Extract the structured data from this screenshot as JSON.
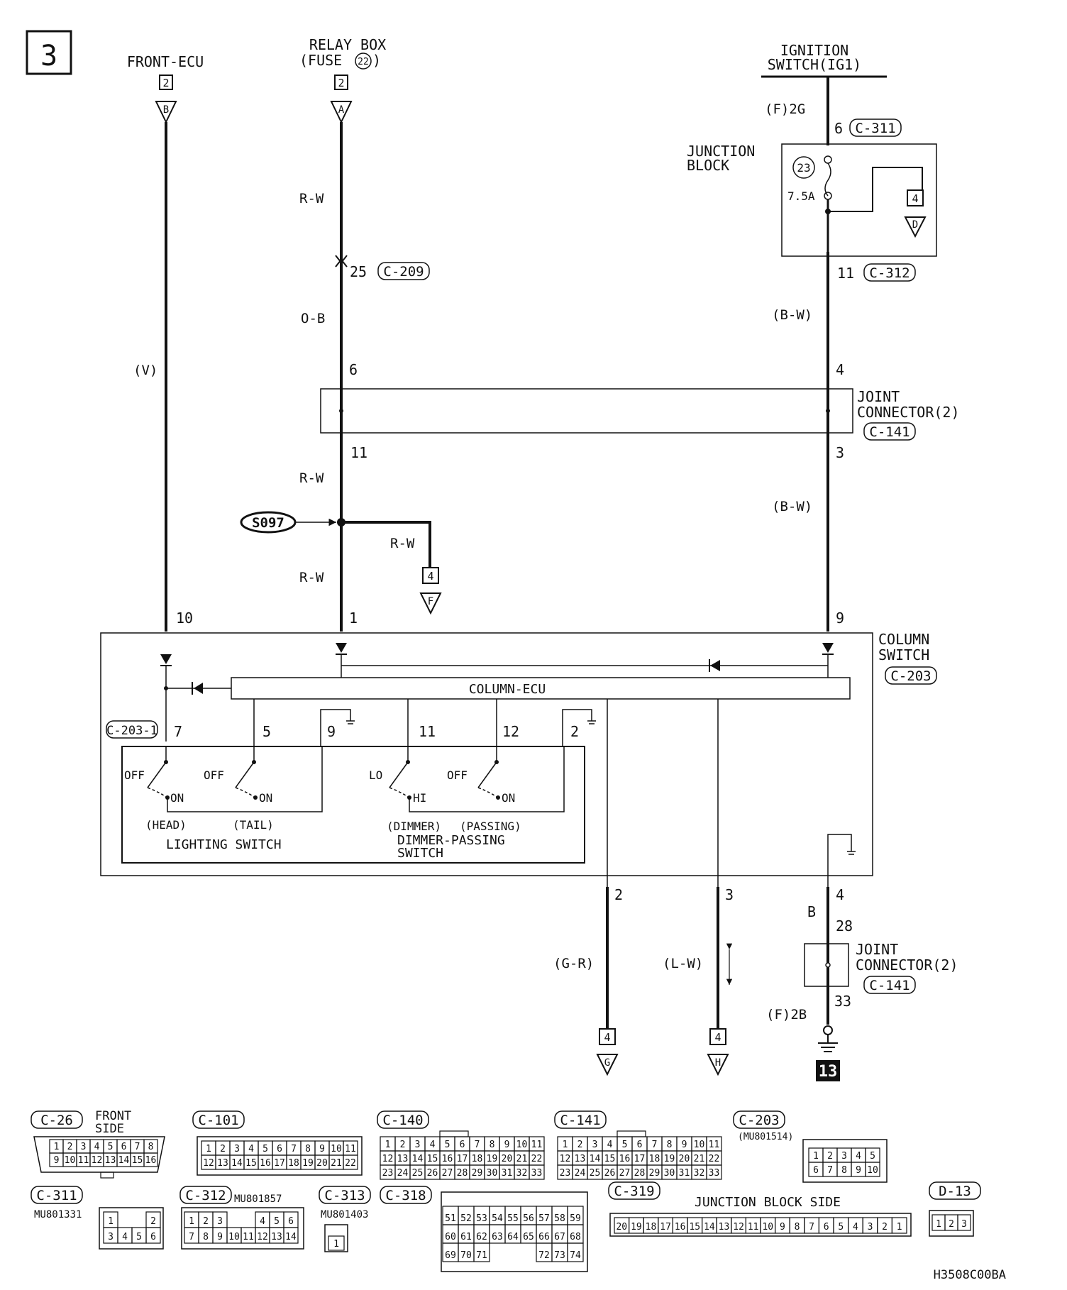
{
  "page_number": "3",
  "sources": {
    "front_ecu": {
      "label": "FRONT-ECU",
      "page": "2",
      "letter": "B"
    },
    "relay_box": {
      "label1": "RELAY BOX",
      "label2": "(FUSE",
      "fuse": "22",
      "label2_end": ")",
      "page": "2",
      "letter": "A"
    },
    "ignition": {
      "label1": "IGNITION",
      "label2": "SWITCH(IG1)"
    }
  },
  "wires": {
    "v": "(V)",
    "rw1": "R-W",
    "ob": "O-B",
    "rw2": "R-W",
    "rw3": "R-W",
    "rw4": "R-W",
    "bw1": "(B-W)",
    "bw2": "(B-W)",
    "gr": "(G-R)",
    "lw": "(L-W)",
    "b": "B",
    "f2g": "(F)2G",
    "f2b": "(F)2B"
  },
  "pins": {
    "c209_pin": "25",
    "c209": "C-209",
    "c311_pin": "6",
    "c311": "C-311",
    "c312_pin": "11",
    "c312": "C-312",
    "jc_top_left": "6",
    "jc_top_right": "4",
    "jc_bot_left": "11",
    "jc_bot_right": "3",
    "cs_10": "10",
    "cs_1": "1",
    "cs_9": "9",
    "sw_7": "7",
    "sw_5": "5",
    "sw_9": "9",
    "sw_11": "11",
    "sw_12": "12",
    "sw_2": "2",
    "out_2": "2",
    "out_3": "3",
    "out_4": "4",
    "jc2_in": "28",
    "jc2_out": "33"
  },
  "junction_block": {
    "label1": "JUNCTION",
    "label2": "BLOCK",
    "fuse": "23",
    "rating": "7.5A",
    "page": "4",
    "letter": "D"
  },
  "joint_connector": {
    "label1": "JOINT",
    "label2": "CONNECTOR(2)",
    "code": "C-141"
  },
  "joint_connector2": {
    "label1": "JOINT",
    "label2": "CONNECTOR(2)",
    "code": "C-141"
  },
  "splice": {
    "label": "S097",
    "page": "4",
    "letter": "F"
  },
  "column_switch": {
    "label1": "COLUMN",
    "label2": "SWITCH",
    "code": "C-203",
    "sub_code": "C-203-1",
    "ecu": "COLUMN-ECU",
    "off1": "OFF",
    "on1": "ON",
    "off2": "OFF",
    "on2": "ON",
    "lo": "LO",
    "hi": "HI",
    "off3": "OFF",
    "on3": "ON",
    "head": "(HEAD)",
    "tail": "(TAIL)",
    "dimmer": "(DIMMER)",
    "passing": "(PASSING)",
    "lighting": "LIGHTING SWITCH",
    "dp1": "DIMMER-PASSING",
    "dp2": "SWITCH"
  },
  "outputs": {
    "g": {
      "page": "4",
      "letter": "G"
    },
    "h": {
      "page": "4",
      "letter": "H"
    },
    "ground": "13"
  },
  "connectors": {
    "c26": {
      "code": "C-26",
      "note1": "FRONT",
      "note2": "SIDE",
      "row1": [
        "1",
        "2",
        "3",
        "4",
        "5",
        "6",
        "7",
        "8"
      ],
      "row2": [
        "9",
        "10",
        "11",
        "12",
        "13",
        "14",
        "15",
        "16"
      ]
    },
    "c101": {
      "code": "C-101",
      "row1": [
        "1",
        "2",
        "3",
        "4",
        "5",
        "6",
        "7",
        "8",
        "9",
        "10",
        "11"
      ],
      "row2": [
        "12",
        "13",
        "14",
        "15",
        "16",
        "17",
        "18",
        "19",
        "20",
        "21",
        "22"
      ]
    },
    "c140": {
      "code": "C-140",
      "row1": [
        "1",
        "2",
        "3",
        "4",
        "5",
        "6",
        "7",
        "8",
        "9",
        "10",
        "11"
      ],
      "row2": [
        "12",
        "13",
        "14",
        "15",
        "16",
        "17",
        "18",
        "19",
        "20",
        "21",
        "22"
      ],
      "row3": [
        "23",
        "24",
        "25",
        "26",
        "27",
        "28",
        "29",
        "30",
        "31",
        "32",
        "33"
      ]
    },
    "c141": {
      "code": "C-141",
      "row1": [
        "1",
        "2",
        "3",
        "4",
        "5",
        "6",
        "7",
        "8",
        "9",
        "10",
        "11"
      ],
      "row2": [
        "12",
        "13",
        "14",
        "15",
        "16",
        "17",
        "18",
        "19",
        "20",
        "21",
        "22"
      ],
      "row3": [
        "23",
        "24",
        "25",
        "26",
        "27",
        "28",
        "29",
        "30",
        "31",
        "32",
        "33"
      ]
    },
    "c203": {
      "code": "C-203",
      "part": "(MU801514)",
      "row1": [
        "1",
        "2",
        "3",
        "4",
        "5"
      ],
      "row2": [
        "6",
        "7",
        "8",
        "9",
        "10"
      ]
    },
    "c311": {
      "code": "C-311",
      "part": "MU801331",
      "row1": [
        "1",
        "2"
      ],
      "row2": [
        "3",
        "4",
        "5",
        "6"
      ]
    },
    "c312": {
      "code": "C-312",
      "part": "MU801857",
      "row1": [
        "1",
        "2",
        "3",
        "4",
        "5",
        "6"
      ],
      "row2": [
        "7",
        "8",
        "9",
        "10",
        "11",
        "12",
        "13",
        "14"
      ]
    },
    "c313": {
      "code": "C-313",
      "part": "MU801403",
      "pin": "1"
    },
    "c318": {
      "code": "C-318",
      "row1": [
        "51",
        "52",
        "53",
        "54",
        "55",
        "56",
        "57",
        "58",
        "59"
      ],
      "row2": [
        "60",
        "61",
        "62",
        "63",
        "64",
        "65",
        "66",
        "67",
        "68"
      ],
      "row3a": [
        "69",
        "70",
        "71"
      ],
      "row3b": [
        "72",
        "73",
        "74"
      ]
    },
    "c319": {
      "code": "C-319",
      "note": "JUNCTION BLOCK SIDE",
      "row": [
        "20",
        "19",
        "18",
        "17",
        "16",
        "15",
        "14",
        "13",
        "12",
        "11",
        "10",
        "9",
        "8",
        "7",
        "6",
        "5",
        "4",
        "3",
        "2",
        "1"
      ]
    },
    "d13": {
      "code": "D-13",
      "row": [
        "1",
        "2",
        "3"
      ]
    }
  },
  "drawing_code": "H3508C00BA"
}
